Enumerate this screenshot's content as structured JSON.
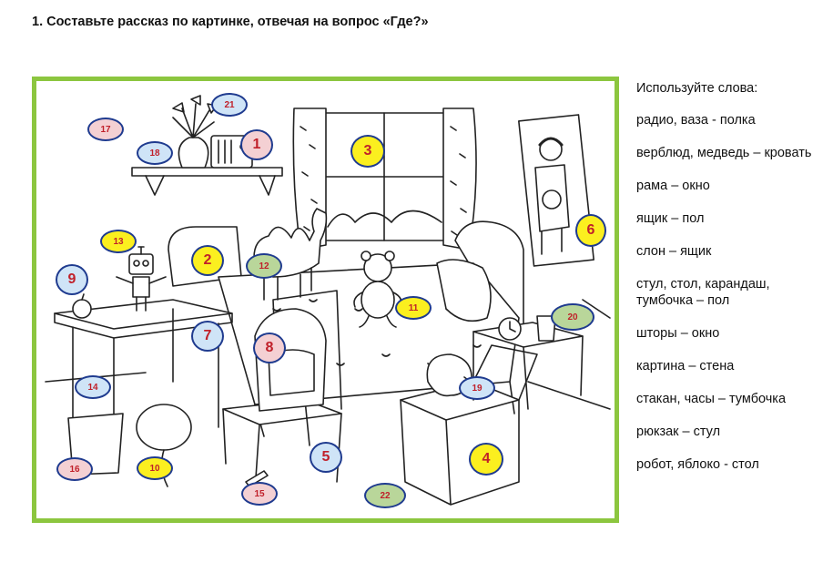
{
  "task": {
    "title": "1. Составьте рассказ по картинке, отвечая на вопрос «Где?»"
  },
  "word_list": {
    "intro": "Используйте слова:",
    "items": [
      "радио, ваза - полка",
      "верблюд, медведь – кровать",
      "рама – окно",
      "ящик – пол",
      "слон – ящик",
      "стул, стол, карандаш, тумбочка – пол",
      "шторы – окно",
      "картина – стена",
      "стакан, часы – тумбочка",
      "рюкзак – стул",
      "робот, яблоко - стол"
    ]
  },
  "colors": {
    "frame": "#8cc63f",
    "badge_border": "#1f3b8f",
    "badge_text": "#c0202a"
  },
  "badges": [
    {
      "number": "1",
      "color": "red"
    },
    {
      "number": "2",
      "color": "yellow"
    },
    {
      "number": "3",
      "color": "yellow"
    },
    {
      "number": "4",
      "color": "yellow"
    },
    {
      "number": "5",
      "color": "blue"
    },
    {
      "number": "6",
      "color": "yellow"
    },
    {
      "number": "7",
      "color": "blue"
    },
    {
      "number": "8",
      "color": "red"
    },
    {
      "number": "9",
      "color": "blue"
    },
    {
      "number": "10",
      "color": "yellow"
    },
    {
      "number": "11",
      "color": "yellow"
    },
    {
      "number": "12",
      "color": "green"
    },
    {
      "number": "13",
      "color": "yellow"
    },
    {
      "number": "14",
      "color": "blue"
    },
    {
      "number": "15",
      "color": "red"
    },
    {
      "number": "16",
      "color": "red"
    },
    {
      "number": "17",
      "color": "red"
    },
    {
      "number": "18",
      "color": "blue"
    },
    {
      "number": "19",
      "color": "blue"
    },
    {
      "number": "20",
      "color": "green"
    },
    {
      "number": "21",
      "color": "blue"
    },
    {
      "number": "22",
      "color": "green"
    }
  ]
}
